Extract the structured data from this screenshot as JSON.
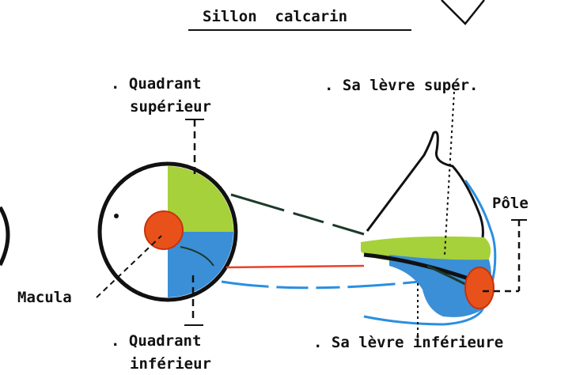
{
  "title": "Sillon  calcarin",
  "labels": {
    "quadrant_sup_1": ". Quadrant",
    "quadrant_sup_2": "supérieur",
    "levre_sup": ". Sa lèvre supér.",
    "pole": "Pôle",
    "macula": "Macula",
    "quadrant_inf_1": ". Quadrant",
    "quadrant_inf_2": "inférieur",
    "levre_inf": ". Sa lèvre inférieure"
  },
  "colors": {
    "upper_quadrant": "#a6d13a",
    "lower_quadrant": "#3a8fd6",
    "macula": "#e8521a",
    "macula_ring": "#c7320c",
    "ink": "#111111",
    "red_line": "#e8422a",
    "blue_line": "#2a8fe0",
    "dark_fill": "#1c3a2a"
  }
}
